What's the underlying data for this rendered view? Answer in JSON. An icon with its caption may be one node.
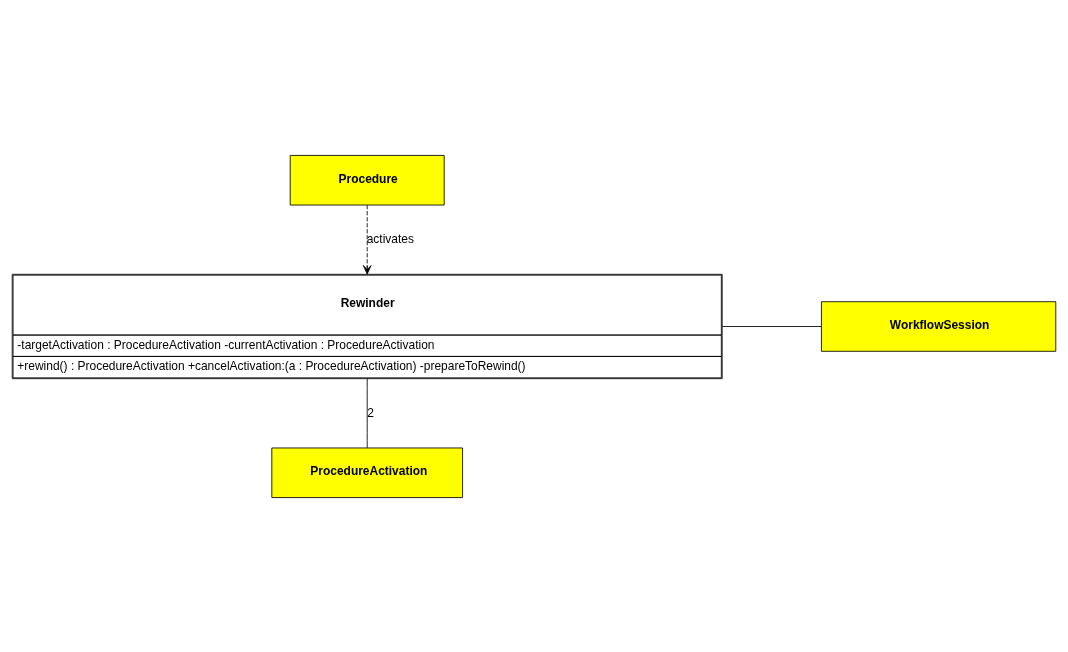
{
  "diagram": {
    "nodes": [
      {
        "text": [
          "Procedure"
        ]
      },
      {
        "text": [
          "Rewinder",
          "-targetActivation : ProcedureActivation -currentActivation : ProcedureActivation",
          "+rewind() : ProcedureActivation +cancelActivation:(a : ProcedureActivation) -prepareToRewind()"
        ]
      },
      {
        "text": [
          "WorkflowSession"
        ]
      },
      {
        "text": [
          "ProcedureActivation"
        ]
      }
    ],
    "edges": [
      {
        "from": 0,
        "to": 1,
        "arrow": "to",
        "style": "dashed",
        "label": "activates"
      },
      {
        "from": 2,
        "to": 1,
        "arrow": "none"
      },
      {
        "from": 1,
        "to": 3,
        "arrow": "none",
        "label": "2"
      }
    ]
  }
}
